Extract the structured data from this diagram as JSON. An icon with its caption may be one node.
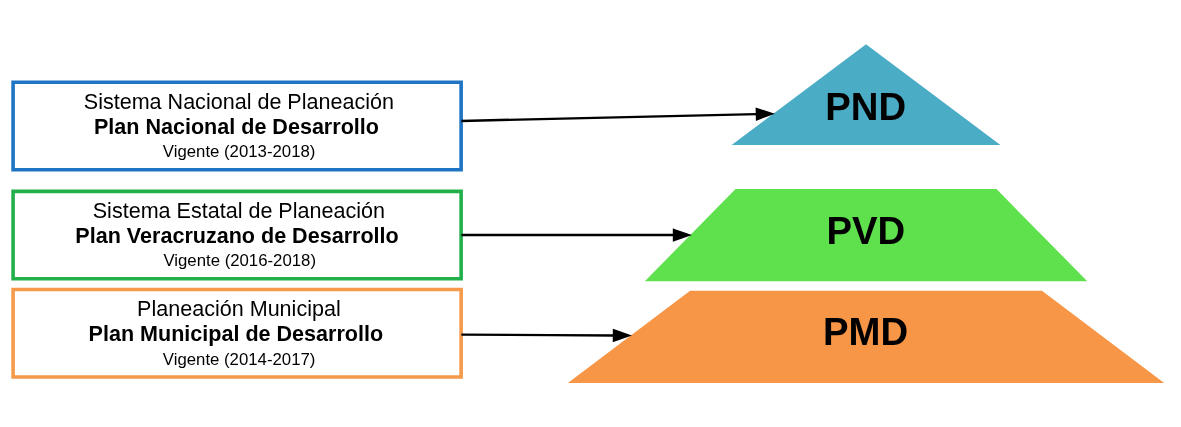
{
  "diagram": {
    "nodes": [
      {
        "text": [
          "Sistema Nacional de Planeación",
          "Plan Nacional de Desarrollo",
          "Vigente (2013-2018)"
        ]
      },
      {
        "text": [
          "PND"
        ]
      },
      {
        "text": [
          "Sistema Estatal de Planeación",
          "Plan Veracruzano de Desarrollo",
          "Vigente (2016-2018)"
        ]
      },
      {
        "text": [
          "PVD"
        ]
      },
      {
        "text": [
          "Planeación Municipal",
          "Plan Municipal de Desarrollo",
          "Vigente (2014-2017)"
        ]
      },
      {
        "text": [
          "PMD"
        ]
      }
    ],
    "edges": [
      {
        "from": 0,
        "to": 1,
        "arrow": "to"
      },
      {
        "from": 2,
        "to": 3,
        "arrow": "to"
      },
      {
        "from": 4,
        "to": 5,
        "arrow": "to"
      }
    ]
  }
}
